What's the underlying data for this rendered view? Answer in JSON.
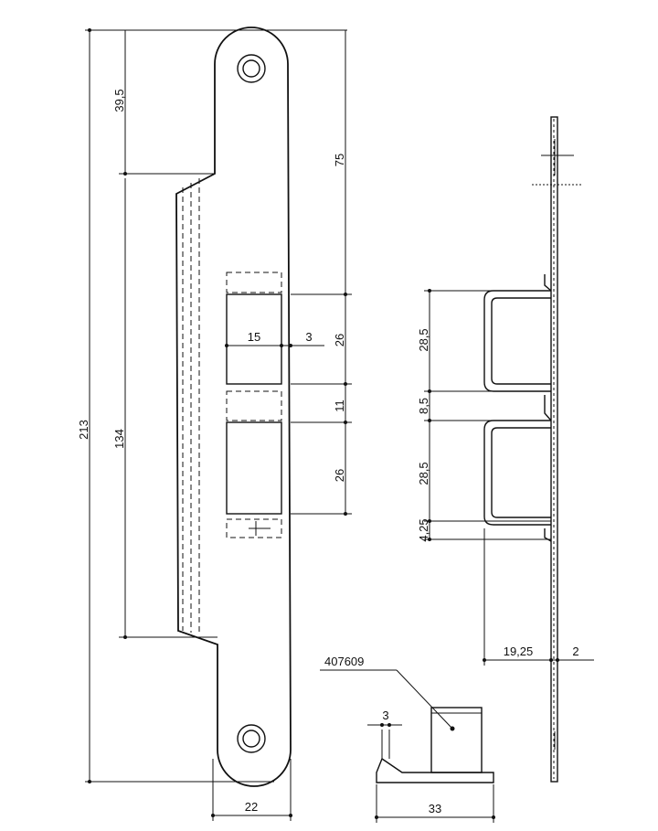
{
  "labels": {
    "dim_39_5": "39,5",
    "dim_75": "75",
    "dim_15": "15",
    "dim_3_top": "3",
    "dim_26_top": "26",
    "dim_11": "11",
    "dim_26_bottom": "26",
    "dim_213": "213",
    "dim_134": "134",
    "dim_22": "22",
    "dim_28_5_top": "28,5",
    "dim_8_5": "8,5",
    "dim_28_5_bottom": "28,5",
    "dim_4_25": "4,25",
    "dim_19_25": "19,25",
    "dim_2": "2",
    "part_number": "407609",
    "dim_3_bottom": "3",
    "dim_33": "33"
  }
}
